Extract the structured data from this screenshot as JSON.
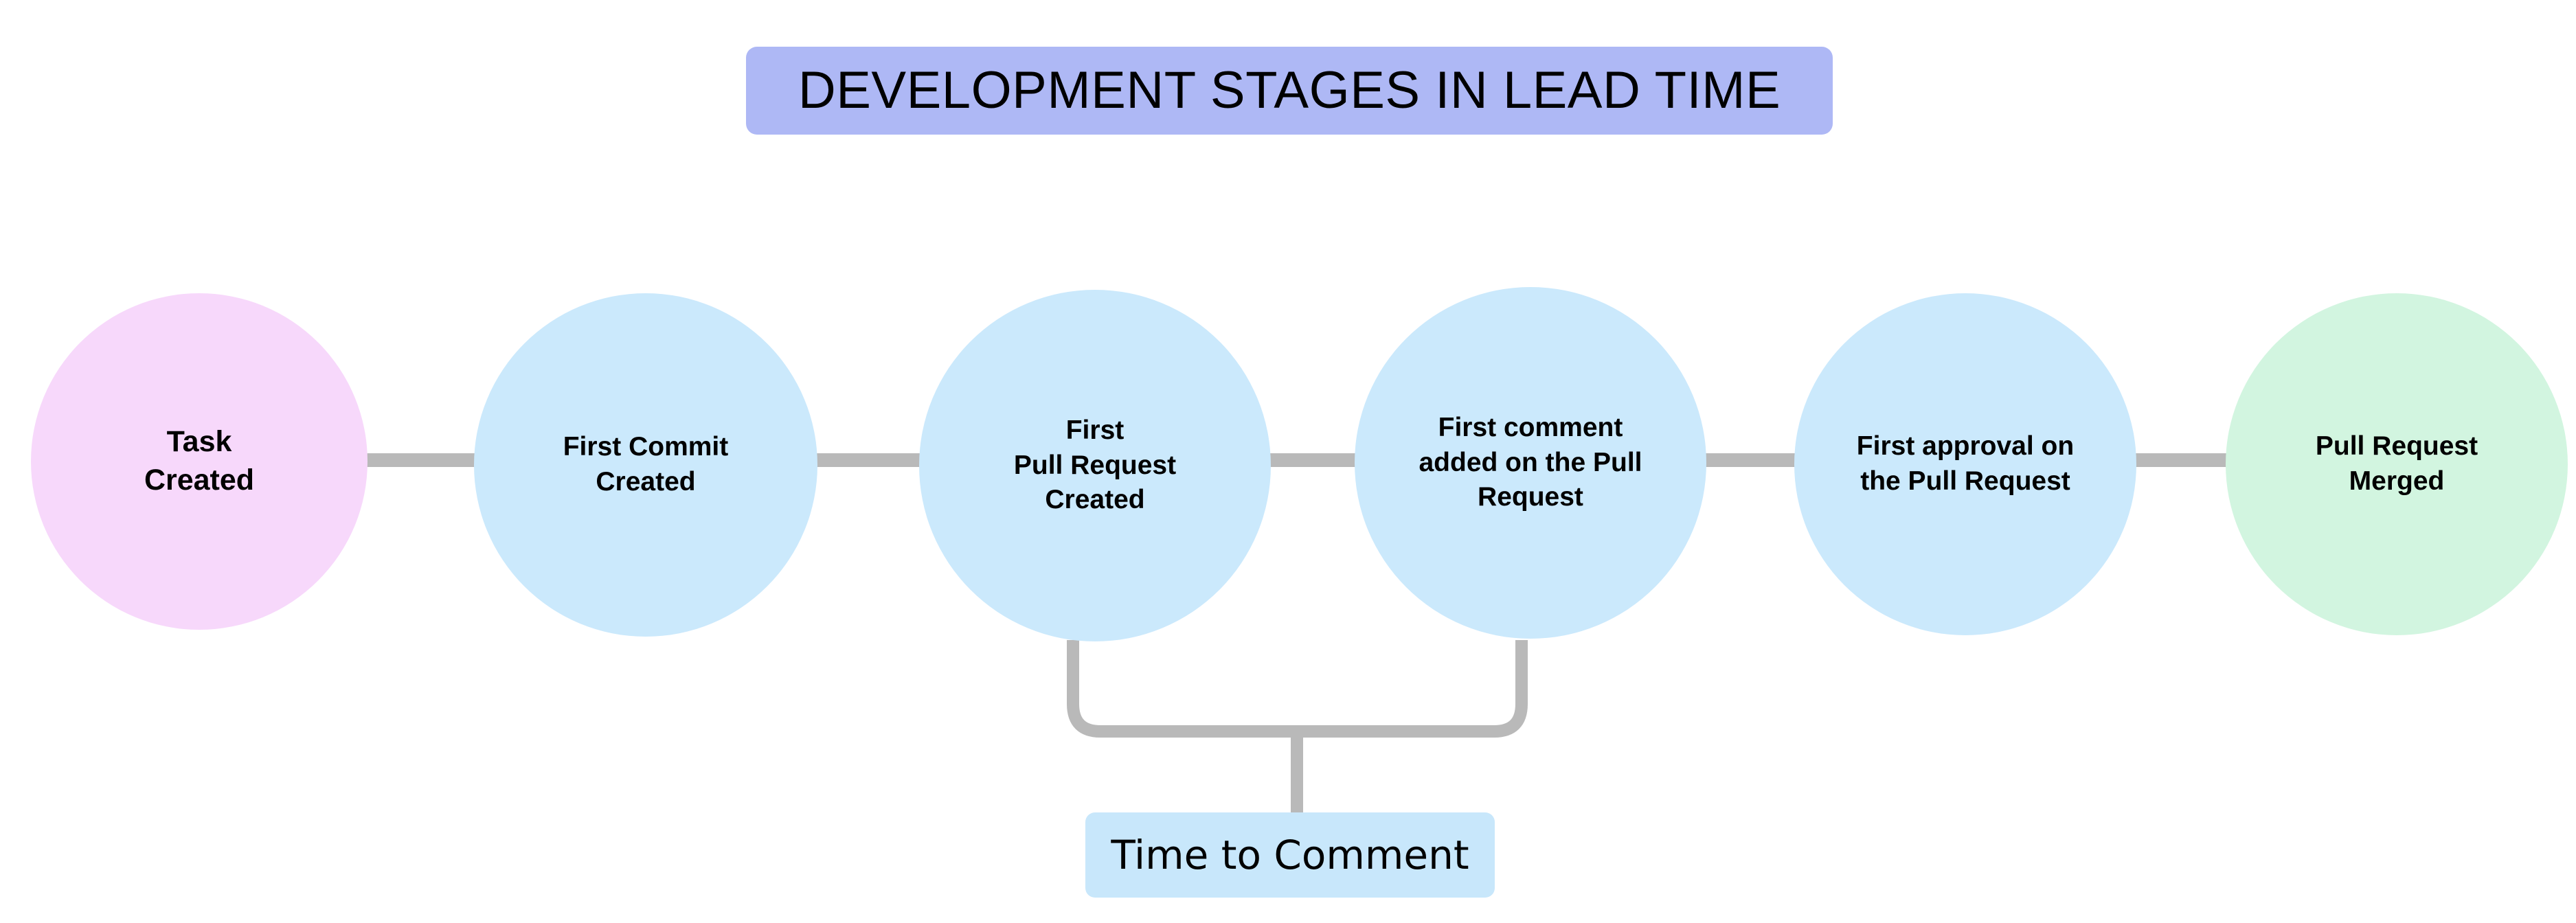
{
  "diagram": {
    "title": "DEVELOPMENT STAGES IN LEAD TIME",
    "colors": {
      "title_banner_bg": "#aeb8f5",
      "start_node_bg": "#f7d8fb",
      "middle_node_bg": "#cbe9fc",
      "end_node_bg": "#d2f5e0",
      "connector_line": "#b9b9b9",
      "metric_chip_bg": "#c8e7fb",
      "canvas_bg": "#ffffff",
      "text": "#000000"
    },
    "stages": [
      {
        "id": "task-created",
        "label": "Task\nCreated",
        "role": "start"
      },
      {
        "id": "first-commit",
        "label": "First Commit\nCreated",
        "role": "middle"
      },
      {
        "id": "first-pull-request",
        "label": "First\nPull Request\nCreated",
        "role": "middle"
      },
      {
        "id": "first-comment",
        "label": "First comment\nadded on the Pull\nRequest",
        "role": "middle"
      },
      {
        "id": "first-approval",
        "label": "First approval on\nthe Pull Request",
        "role": "middle"
      },
      {
        "id": "pull-request-merged",
        "label": "Pull Request\nMerged",
        "role": "end"
      }
    ],
    "metrics": [
      {
        "id": "time-to-comment",
        "label": "Time to Comment",
        "from_stage": "first-pull-request",
        "to_stage": "first-comment"
      }
    ]
  }
}
